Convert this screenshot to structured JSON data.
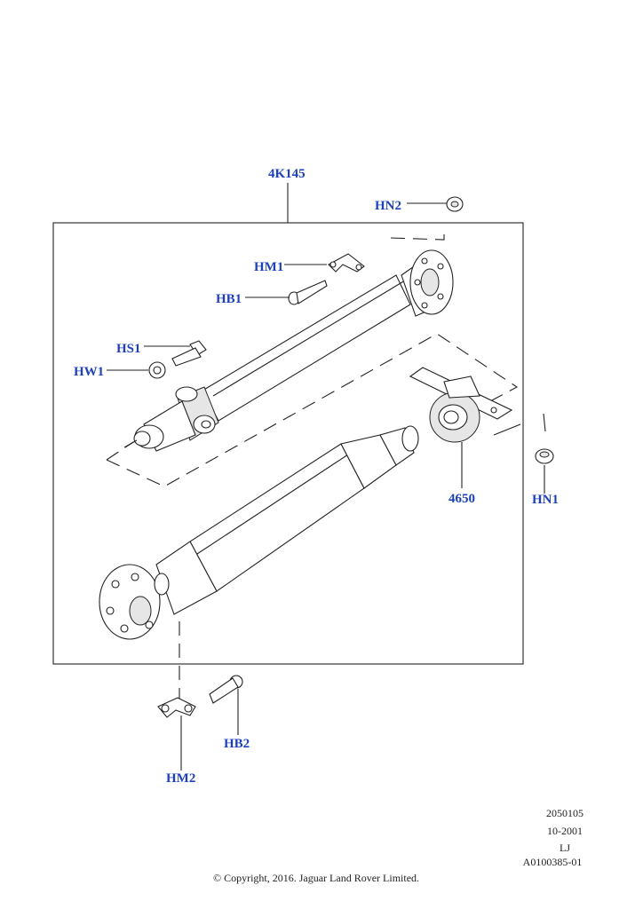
{
  "callouts": {
    "assembly": "4K145",
    "nut_top": "HN2",
    "clamp_top": "HM1",
    "bolt_top": "HB1",
    "screw": "HS1",
    "washer": "HW1",
    "bearing": "4650",
    "nut_right": "HN1",
    "clamp_bottom": "HM2",
    "bolt_bottom": "HB2"
  },
  "footer": {
    "code1": "2050105",
    "date": "10-2001",
    "initials": "LJ",
    "ref": "A0100385-01",
    "copyright": "© Copyright, 2016. Jaguar Land Rover Limited."
  },
  "colors": {
    "callout": "#1a3fd0",
    "line": "#222222"
  }
}
